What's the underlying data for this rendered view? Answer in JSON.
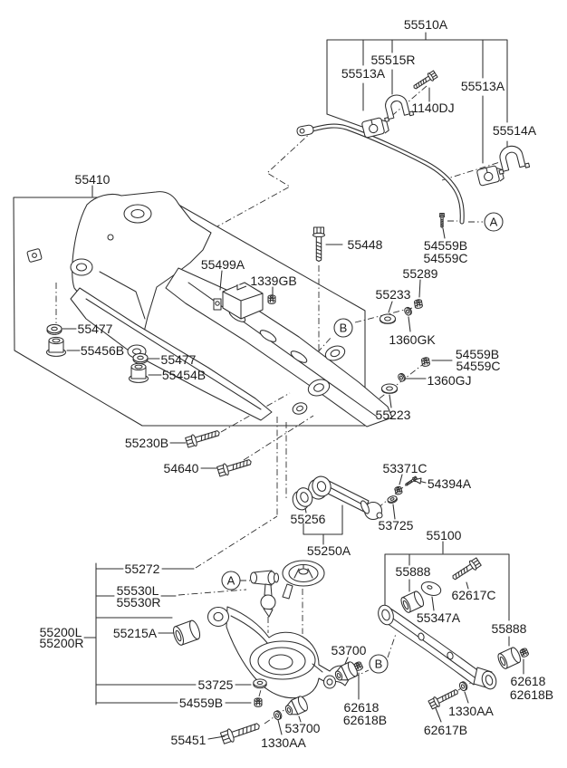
{
  "colors": {
    "line": "#2e2e2e",
    "text": "#1c1c1c",
    "background": "#ffffff"
  },
  "callouts": {
    "a1": "A",
    "b1": "B",
    "a2": "A",
    "b2": "B"
  },
  "labels": {
    "l01": "55510A",
    "l02": "55515R",
    "l03": "55513A",
    "l04": "1140DJ",
    "l05": "55513A",
    "l06": "55514A",
    "l07": "55410",
    "l08": "55448",
    "l09": "55499A",
    "l10": "1339GB",
    "l11": "54559B",
    "l12": "54559C",
    "l13": "55289",
    "l14": "55233",
    "l15": "1360GK",
    "l16": "54559B",
    "l17": "54559C",
    "l18": "1360GJ",
    "l19": "55223",
    "l20": "55477",
    "l21": "55456B",
    "l22": "55477",
    "l23": "55454B",
    "l24": "55230B",
    "l25": "54640",
    "l26": "53371C",
    "l27": "54394A",
    "l28": "55256",
    "l29": "53725",
    "l30": "55250A",
    "l31": "55100",
    "l32": "55888",
    "l33": "62617C",
    "l34": "55347A",
    "l35": "55888",
    "l36": "62618",
    "l37": "62618B",
    "l38": "1330AA",
    "l39": "62617B",
    "l40": "55272",
    "l41": "55530L",
    "l42": "55530R",
    "l43": "55200L",
    "l44": "55200R",
    "l45": "55215A",
    "l46": "53725",
    "l47": "54559B",
    "l48": "55451",
    "l49": "1330AA",
    "l50": "53700",
    "l51": "53700",
    "l52": "62618",
    "l53": "62618B"
  }
}
